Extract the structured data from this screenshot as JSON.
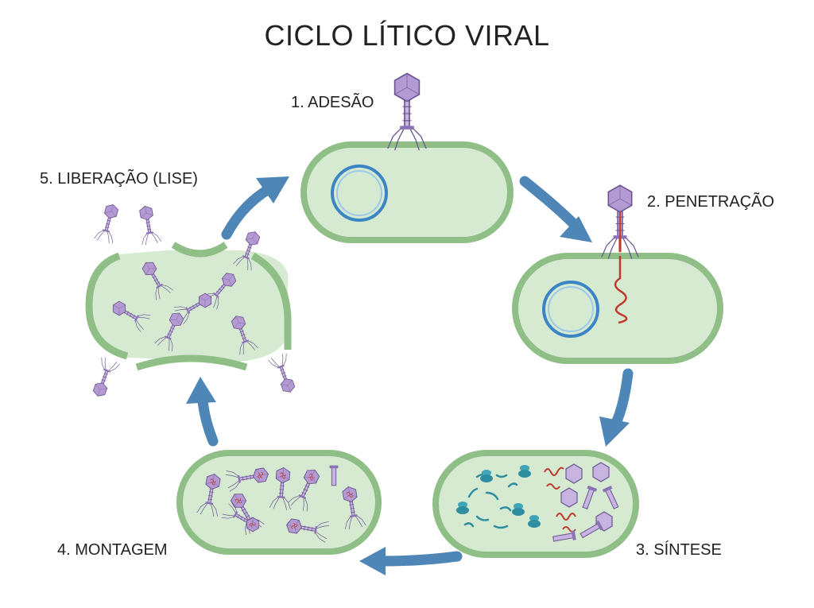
{
  "title": "CICLO LÍTICO VIRAL",
  "stages": [
    {
      "label": "1. ADESÃO"
    },
    {
      "label": "2. PENETRAÇÃO"
    },
    {
      "label": "3. SÍNTESE"
    },
    {
      "label": "4. MONTAGEM"
    },
    {
      "label": "5. LIBERAÇÃO (LISE)"
    }
  ],
  "colors": {
    "cell_fill": "#d6ead2",
    "cell_wall": "#8fbf86",
    "arrow": "#4f86b8",
    "phage": "#b49ad2",
    "phage_stroke": "#6b5491",
    "plasmid": "#3b85c4",
    "viral_dna": "#c0392b",
    "ribosome": "#3fa6b8"
  }
}
